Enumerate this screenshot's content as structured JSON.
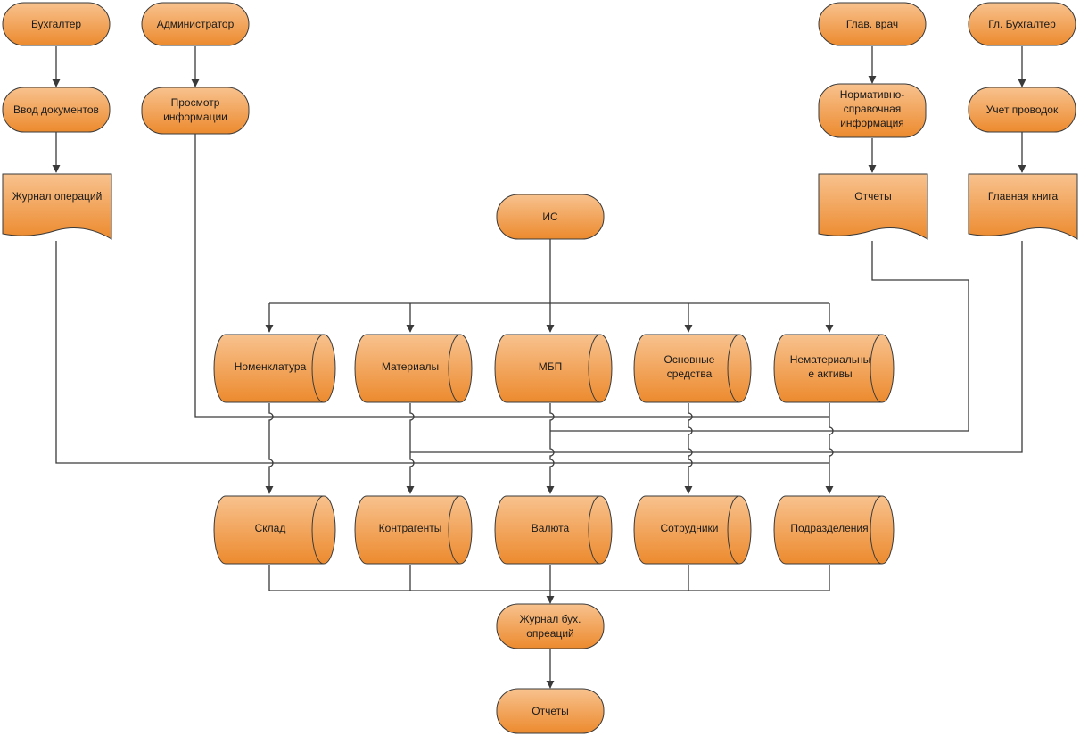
{
  "nodes": {
    "buhgalter": "Бухгалтер",
    "admin": "Администратор",
    "glav_vrach": "Глав. врач",
    "gl_buhgalter": "Гл. Бухгалтер",
    "vvod": "Ввод документов",
    "prosmotr": [
      "Просмотр",
      "информации"
    ],
    "nsi": [
      "Нормативно-",
      "справочная",
      "информация"
    ],
    "uchet": "Учет проводок",
    "zhurnal_op": "Журнал операций",
    "otchety_doc": "Отчеты",
    "glavnaya_kniga": "Главная книга",
    "is": "ИС",
    "nomenklatura": "Номенклатура",
    "materialy": "Материалы",
    "mbp": "МБП",
    "osnovnye": [
      "Основные",
      "средства"
    ],
    "nematerialnye": [
      "Нематериальны",
      "е активы"
    ],
    "sklad": "Склад",
    "kontragenty": "Контрагенты",
    "valyuta": "Валюта",
    "sotrudniki": "Сотрудники",
    "podrazdeleniya": "Подразделения",
    "zhurnal_buh": [
      "Журнал бух.",
      "опреаций"
    ],
    "otchety_final": "Отчеты"
  },
  "colors": {
    "fill_light": "#f8c28e",
    "fill_dark": "#ec8a2e",
    "stroke": "#3a3a3a"
  }
}
